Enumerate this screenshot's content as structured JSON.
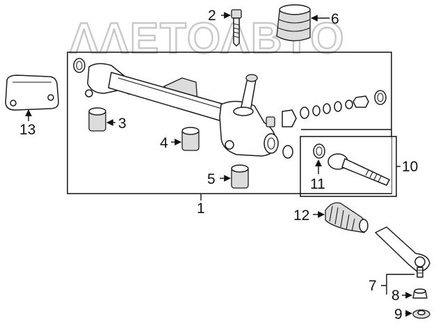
{
  "watermark": "ΛΛΕΤΟΛΒΤΟ",
  "callouts": {
    "c1": "1",
    "c2": "2",
    "c3": "3",
    "c4": "4",
    "c5": "5",
    "c6": "6",
    "c7": "7",
    "c8": "8",
    "c9": "9",
    "c10": "10",
    "c11": "11",
    "c12": "12",
    "c13": "13"
  }
}
